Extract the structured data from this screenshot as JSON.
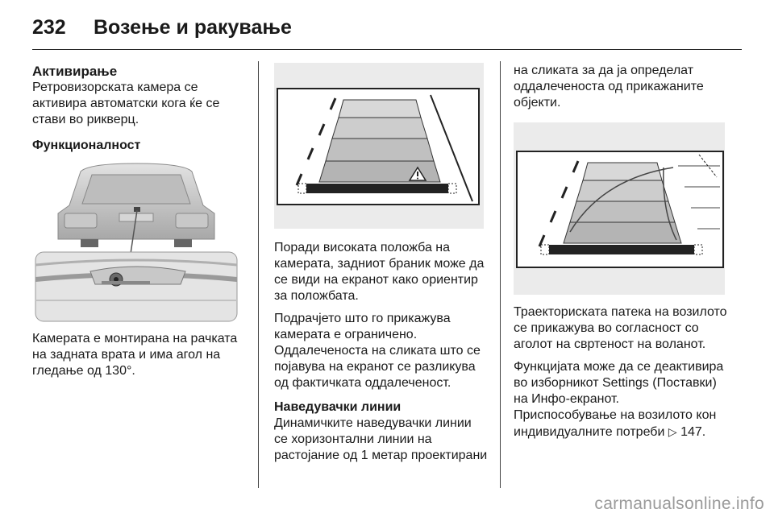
{
  "header": {
    "page_number": "232",
    "chapter_title": "Возење и ракување"
  },
  "col1": {
    "heading1": "Активирање",
    "para1": "Ретровизорската камера се активира автоматски кога ќе се стави во рикверц.",
    "heading2": "Функционалност",
    "para2": "Камерата е монтирана на рачката на задната врата и има агол на гледање од 130°."
  },
  "col2": {
    "para1": "Поради високата положба на камерата, задниот браник може да се види на екранот како ориентир за положбата.",
    "para2": "Подрачјето што го прикажува камерата е ограничено. Оддалеченоста на сликата што се појавува на екранот се разликува од фактичката оддалеченост.",
    "heading": "Наведувачки линии",
    "para3": "Динамичките наведувачки линии се хоризонтални линии на растојание од 1 метар проектирани"
  },
  "col3": {
    "para1": "на сликата за да ја определат оддалеченоста од прикажаните објекти.",
    "para2": "Траекториската патека на возилото се прикажува во согласност со аголот на свртеност на воланот.",
    "para3": "Функцијата може да се деактивира во изборникот Settings (Поставки) на Инфо-екранот.",
    "para4_text": "Приспособување на возилото кон индивидуалните потреби",
    "para4_ref": "147."
  },
  "icons": {
    "ref_arrow": "▷"
  },
  "watermark": "carmanualsonline.info"
}
